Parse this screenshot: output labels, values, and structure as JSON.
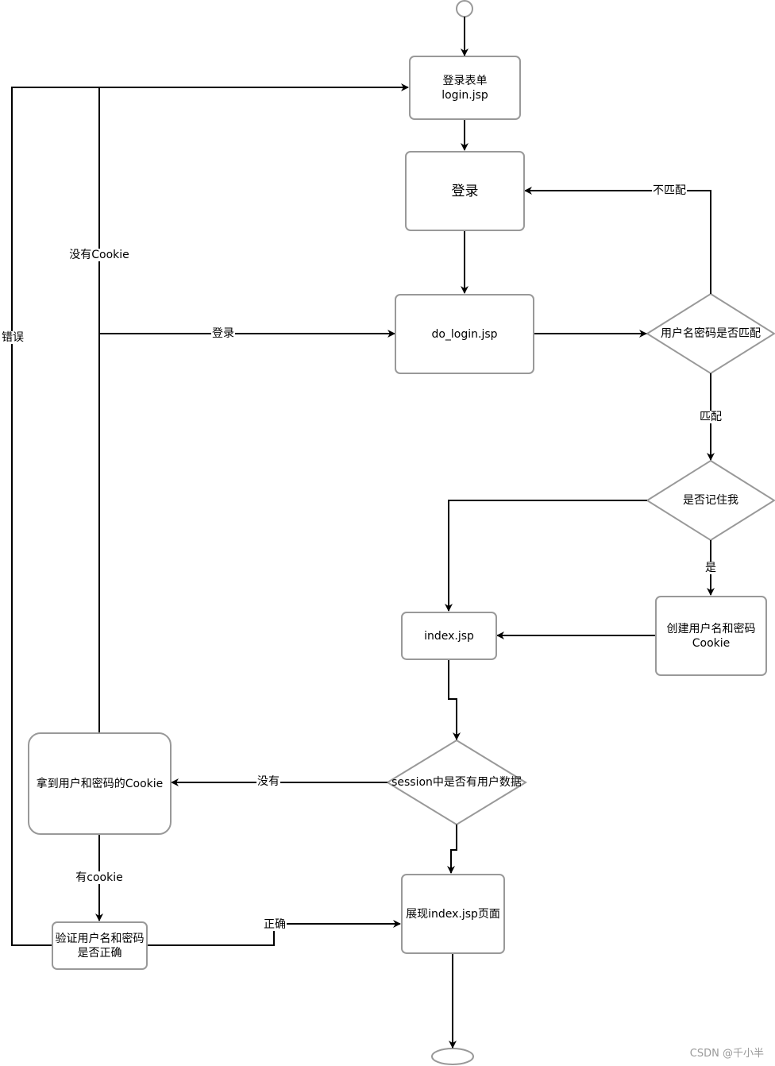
{
  "nodes": {
    "login_form": "登录表单\nlogin.jsp",
    "login": "登录",
    "do_login": "do_login.jsp",
    "user_pass_match": "用户名密码是否匹配",
    "remember_me": "是否记住我",
    "create_cookie": "创建用户名和密码Cookie",
    "index": "index.jsp",
    "session_check": "session中是否有用户数据",
    "get_cookie": "拿到用户和密码的Cookie",
    "verify": "验证用户名和密码是否正确",
    "show_index": "展现index.jsp页面"
  },
  "edges": {
    "not_match": "不匹配",
    "match": "匹配",
    "yes": "是",
    "no_cookie": "没有Cookie",
    "login": "登录",
    "error": "错误",
    "none": "没有",
    "has_cookie": "有cookie",
    "correct": "正确"
  },
  "watermark": "CSDN @千小半",
  "colors": {
    "line": "#000000",
    "border": "#999999"
  }
}
